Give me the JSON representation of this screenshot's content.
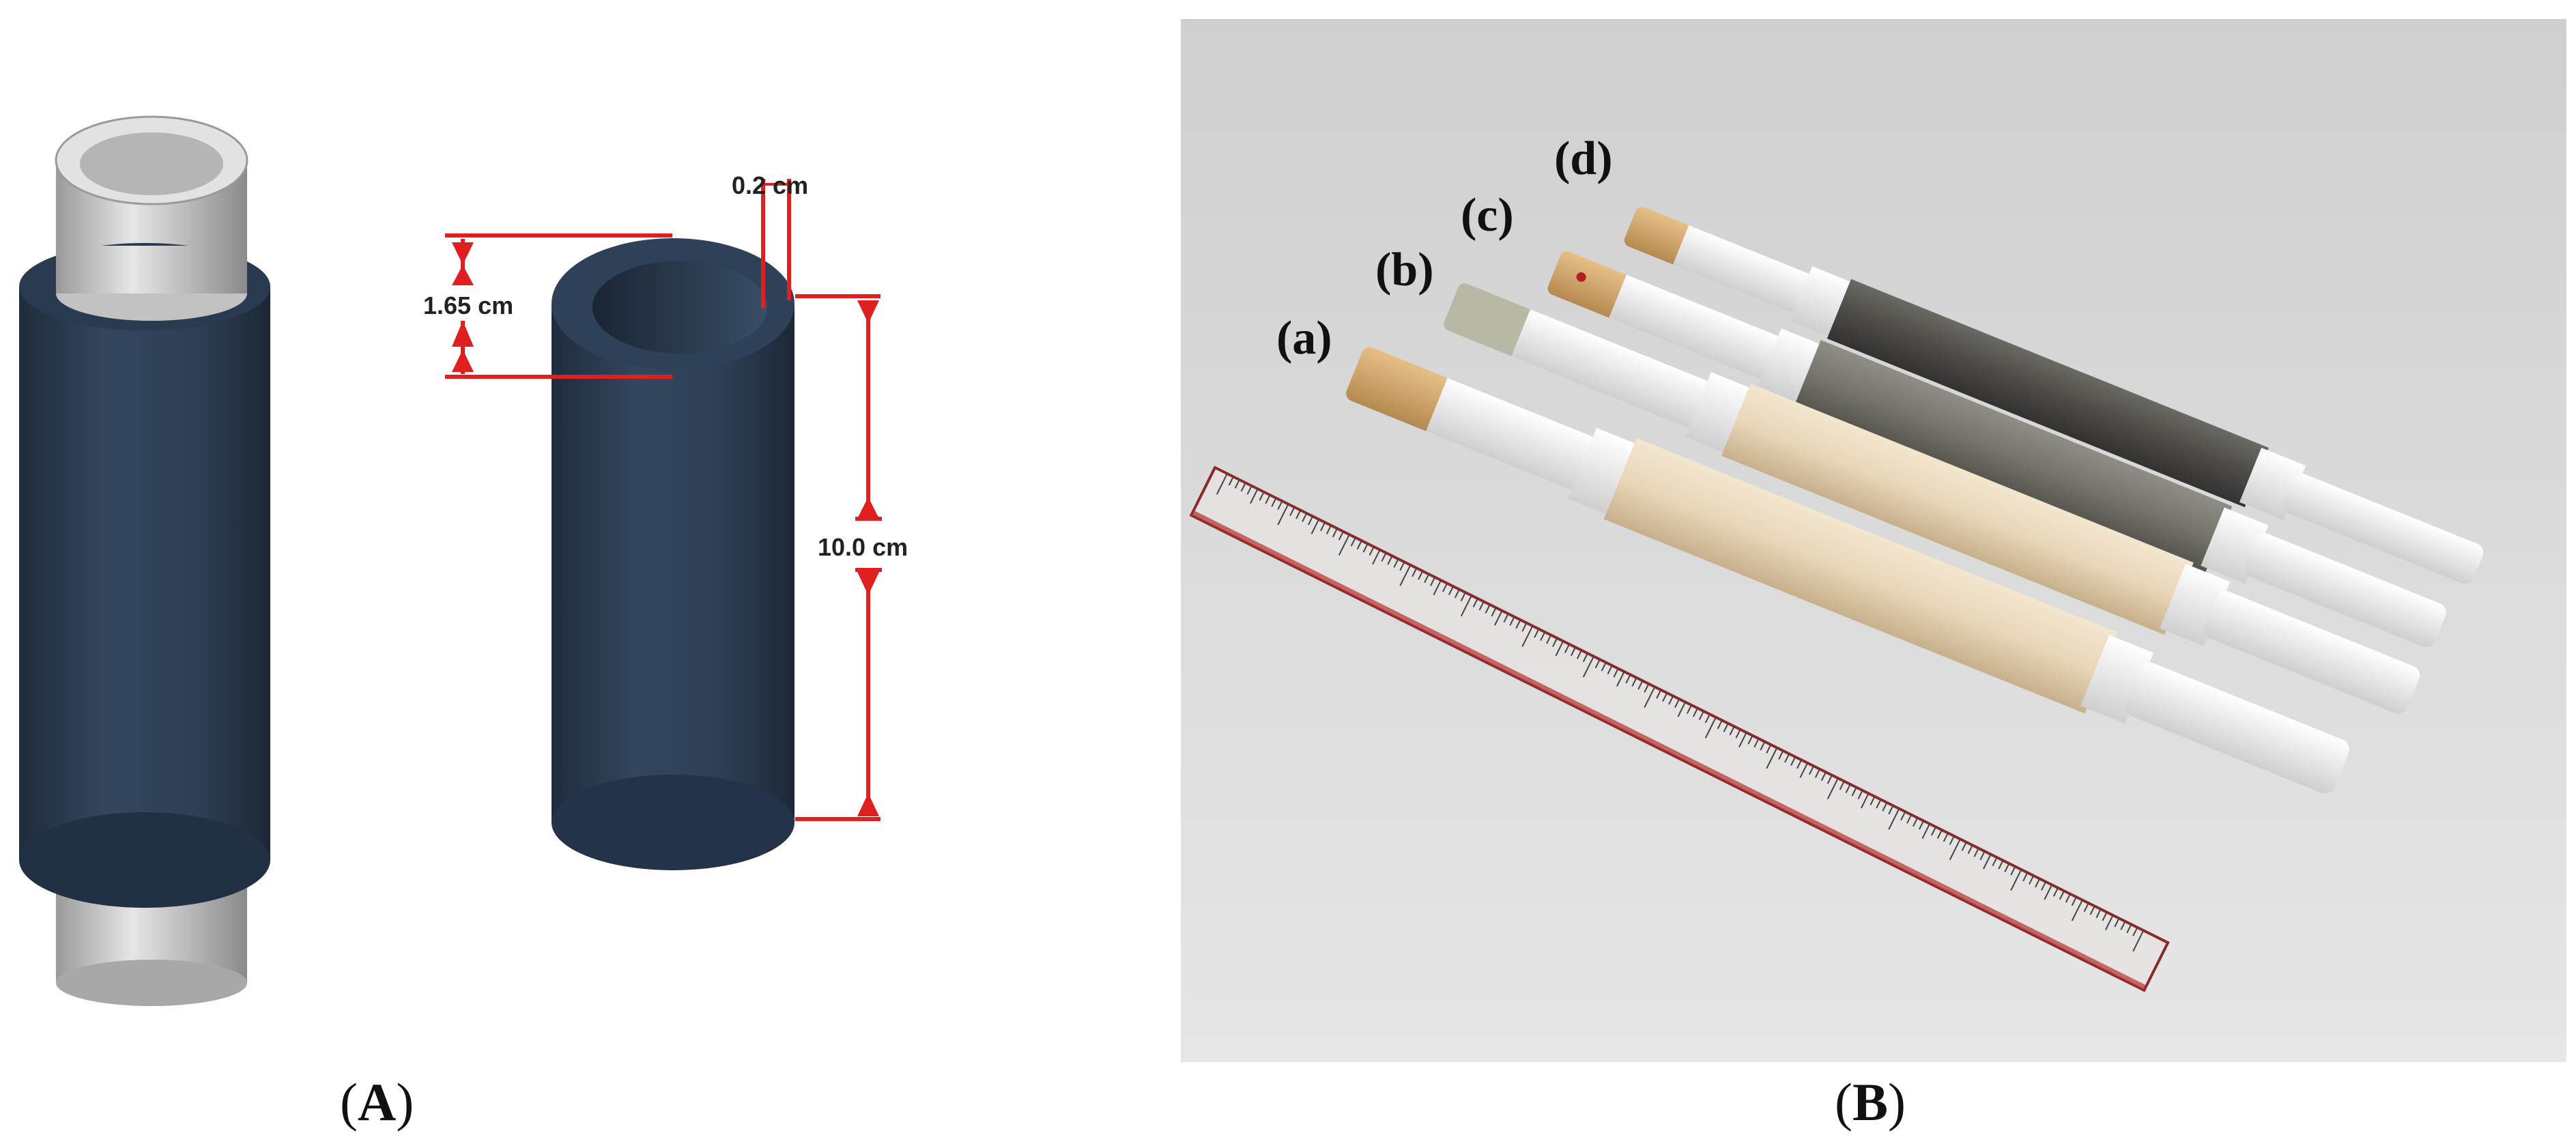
{
  "panels": {
    "a_label_open": "(",
    "a_label_letter": "A",
    "a_label_close": ")",
    "b_label_open": "(",
    "b_label_letter": "B",
    "b_label_close": ")"
  },
  "diagram": {
    "dimensions": {
      "wall_thickness": "0.2 cm",
      "outer_diameter": "1.65 cm",
      "length": "10.0 cm"
    },
    "colors": {
      "sleeve": "#2d3d52",
      "inner_tube": "#c9c9c9",
      "dimension_line": "#e02020"
    }
  },
  "photo": {
    "sample_labels": [
      "(a)",
      "(b)",
      "(c)",
      "(d)"
    ],
    "background": "#d9d9d9"
  }
}
